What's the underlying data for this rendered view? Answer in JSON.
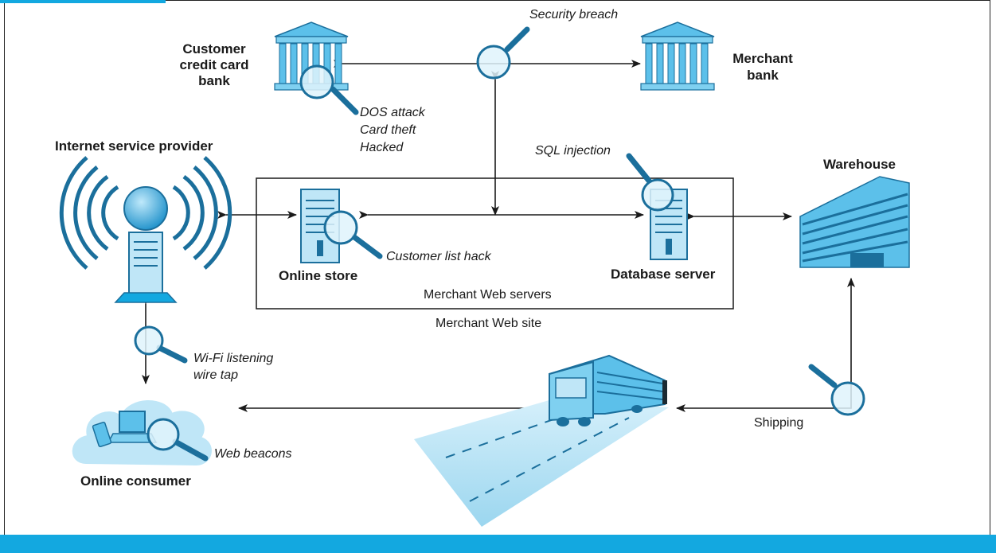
{
  "nodes": {
    "customer_bank": "Customer\ncredit card\nbank",
    "merchant_bank": "Merchant\nbank",
    "isp": "Internet service provider",
    "online_store": "Online store",
    "database_server": "Database server",
    "warehouse": "Warehouse",
    "online_consumer": "Online consumer"
  },
  "groups": {
    "web_servers": "Merchant Web servers",
    "web_site": "Merchant Web site"
  },
  "threats": {
    "security_breach": "Security breach",
    "bank_attacks": "DOS attack\nCard theft\nHacked",
    "sql_injection": "SQL injection",
    "customer_list_hack": "Customer list hack",
    "wifi": "Wi-Fi listening\nwire tap",
    "web_beacons": "Web beacons"
  },
  "edges": {
    "shipping": "Shipping"
  },
  "colors": {
    "accent": "#13a8e0",
    "icon_fill": "#5cc0ea",
    "icon_dark": "#1b6f9c",
    "light_fill": "#bfe6f7"
  }
}
